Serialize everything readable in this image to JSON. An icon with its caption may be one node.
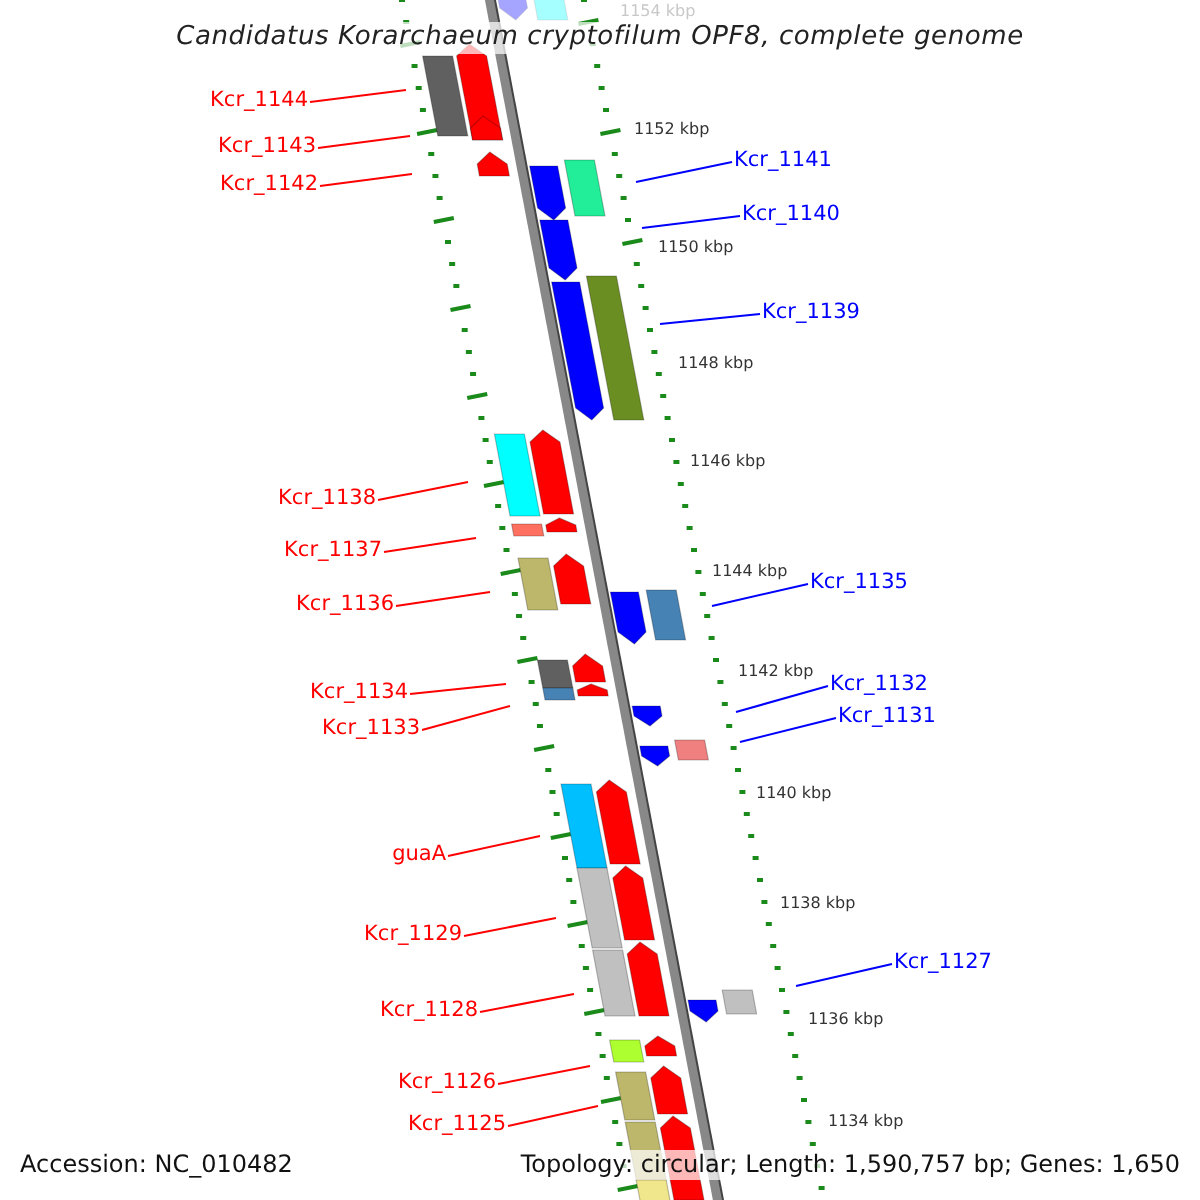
{
  "diagram": {
    "title": "Candidatus Korarchaeum cryptofilum OPF8, complete genome",
    "nodes": [
      {
        "text": [
          "Kcr_1144"
        ]
      },
      {
        "text": [
          "Kcr_1143"
        ]
      },
      {
        "text": [
          "Kcr_1142"
        ]
      },
      {
        "text": [
          "Kcr_1141"
        ]
      },
      {
        "text": [
          "Kcr_1140"
        ]
      },
      {
        "text": [
          "Kcr_1139"
        ]
      },
      {
        "text": [
          "Kcr_1138"
        ]
      },
      {
        "text": [
          "Kcr_1137"
        ]
      },
      {
        "text": [
          "Kcr_1136"
        ]
      },
      {
        "text": [
          "Kcr_1135"
        ]
      },
      {
        "text": [
          "Kcr_1134"
        ]
      },
      {
        "text": [
          "Kcr_1132"
        ]
      },
      {
        "text": [
          "Kcr_1133"
        ]
      },
      {
        "text": [
          "Kcr_1131"
        ]
      },
      {
        "text": [
          "guaA"
        ]
      },
      {
        "text": [
          "Kcr_1129"
        ]
      },
      {
        "text": [
          "Kcr_1127"
        ]
      },
      {
        "text": [
          "Kcr_1128"
        ]
      },
      {
        "text": [
          "Kcr_1126"
        ]
      },
      {
        "text": [
          "Kcr_1125"
        ]
      }
    ],
    "edges": [
      {
        "from": 0,
        "to": null,
        "arrow": "none"
      },
      {
        "from": 1,
        "to": null,
        "arrow": "none"
      },
      {
        "from": 2,
        "to": null,
        "arrow": "none"
      },
      {
        "from": 3,
        "to": null,
        "arrow": "none",
        "color": "#0000ff"
      },
      {
        "from": 4,
        "to": null,
        "arrow": "none",
        "color": "#0000ff"
      },
      {
        "from": 5,
        "to": null,
        "arrow": "none",
        "color": "#0000ff"
      },
      {
        "from": 6,
        "to": null,
        "arrow": "none"
      },
      {
        "from": 7,
        "to": null,
        "arrow": "none"
      },
      {
        "from": 8,
        "to": null,
        "arrow": "none"
      },
      {
        "from": 9,
        "to": null,
        "arrow": "none",
        "color": "#0000ff"
      },
      {
        "from": 10,
        "to": null,
        "arrow": "none"
      },
      {
        "from": 11,
        "to": null,
        "arrow": "none",
        "color": "#0000ff"
      },
      {
        "from": 12,
        "to": null,
        "arrow": "none"
      },
      {
        "from": 13,
        "to": null,
        "arrow": "none",
        "color": "#0000ff"
      },
      {
        "from": 14,
        "to": null,
        "arrow": "none"
      },
      {
        "from": 15,
        "to": null,
        "arrow": "none"
      },
      {
        "from": 16,
        "to": null,
        "arrow": "none",
        "color": "#0000ff"
      },
      {
        "from": 17,
        "to": null,
        "arrow": "none"
      },
      {
        "from": 18,
        "to": null,
        "arrow": "none"
      },
      {
        "from": 19,
        "to": null,
        "arrow": "none"
      }
    ],
    "labels": [
      "1154 kbp",
      "1152 kbp",
      "1150 kbp",
      "1148 kbp",
      "1146 kbp",
      "1144 kbp",
      "1142 kbp",
      "1140 kbp",
      "1138 kbp",
      "1136 kbp",
      "1134 kbp",
      "Accession: NC_010482",
      "Topology: circular; Length: 1,590,757 bp; Genes: 1,650"
    ]
  }
}
